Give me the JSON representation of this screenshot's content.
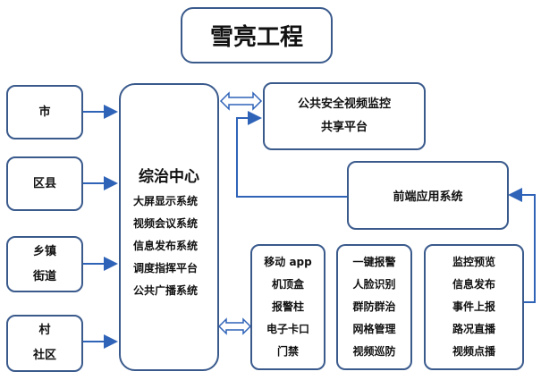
{
  "title": "雪亮工程",
  "levels": [
    {
      "lines": [
        "市"
      ]
    },
    {
      "lines": [
        "区县"
      ]
    },
    {
      "lines": [
        "乡镇",
        "街道"
      ]
    },
    {
      "lines": [
        "村",
        "社区"
      ]
    }
  ],
  "hub": {
    "title": "综治中心",
    "items": [
      "大屏显示系统",
      "视频会议系统",
      "信息发布系统",
      "调度指挥平台",
      "公共广播系统"
    ]
  },
  "platform": {
    "lines": [
      "公共安全视频监控",
      "共享平台"
    ]
  },
  "frontend": {
    "label": "前端应用系统"
  },
  "devices": {
    "items": [
      "移动 app",
      "机顶盒",
      "报警柱",
      "电子卡口",
      "门禁"
    ]
  },
  "functions": {
    "items": [
      "一键报警",
      "人脸识别",
      "群防群治",
      "网格管理",
      "视频巡防"
    ]
  },
  "services": {
    "items": [
      "监控预览",
      "信息发布",
      "事件上报",
      "路况直播",
      "视频点播"
    ]
  },
  "colors": {
    "border": "#3a5a8c",
    "arrow": "#2f63b8"
  }
}
